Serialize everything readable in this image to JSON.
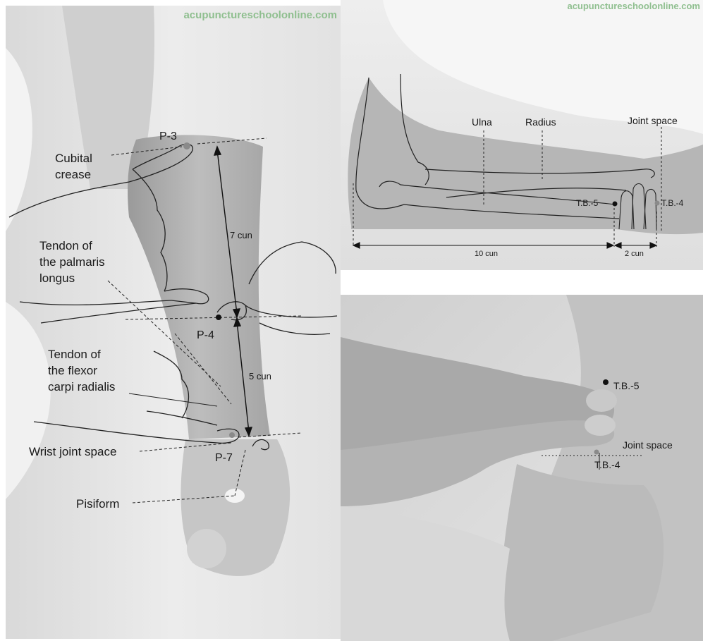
{
  "watermark": "acupunctureschoolonline.com",
  "left_panel": {
    "points": {
      "p3": "P-3",
      "p4": "P-4",
      "p7": "P-7"
    },
    "labels": {
      "cubital_line1": "Cubital",
      "cubital_line2": "crease",
      "palmaris_line1": "Tendon of",
      "palmaris_line2": "the palmaris",
      "palmaris_line3": "longus",
      "flexor_line1": "Tendon of",
      "flexor_line2": "the flexor",
      "flexor_line3": "carpi radialis",
      "wrist_joint": "Wrist joint space",
      "pisiform": "Pisiform"
    },
    "measures": {
      "upper": "7 cun",
      "lower": "5 cun"
    }
  },
  "top_right_panel": {
    "labels": {
      "ulna": "Ulna",
      "radius": "Radius",
      "joint_space": "Joint space"
    },
    "points": {
      "tb5": "T.B.-5",
      "tb4": "T.B.-4"
    },
    "measures": {
      "long": "10 cun",
      "short": "2 cun"
    }
  },
  "bottom_right_panel": {
    "points": {
      "tb5": "T.B.-5",
      "tb4": "T.B.-4"
    },
    "labels": {
      "joint_space": "Joint space"
    }
  },
  "colors": {
    "skin": "#b9b9b9",
    "background": "#e6e6e6",
    "line": "#222222",
    "point": "#111111",
    "point_grey": "#8a8a8a",
    "watermark": "#8fbf8f"
  }
}
